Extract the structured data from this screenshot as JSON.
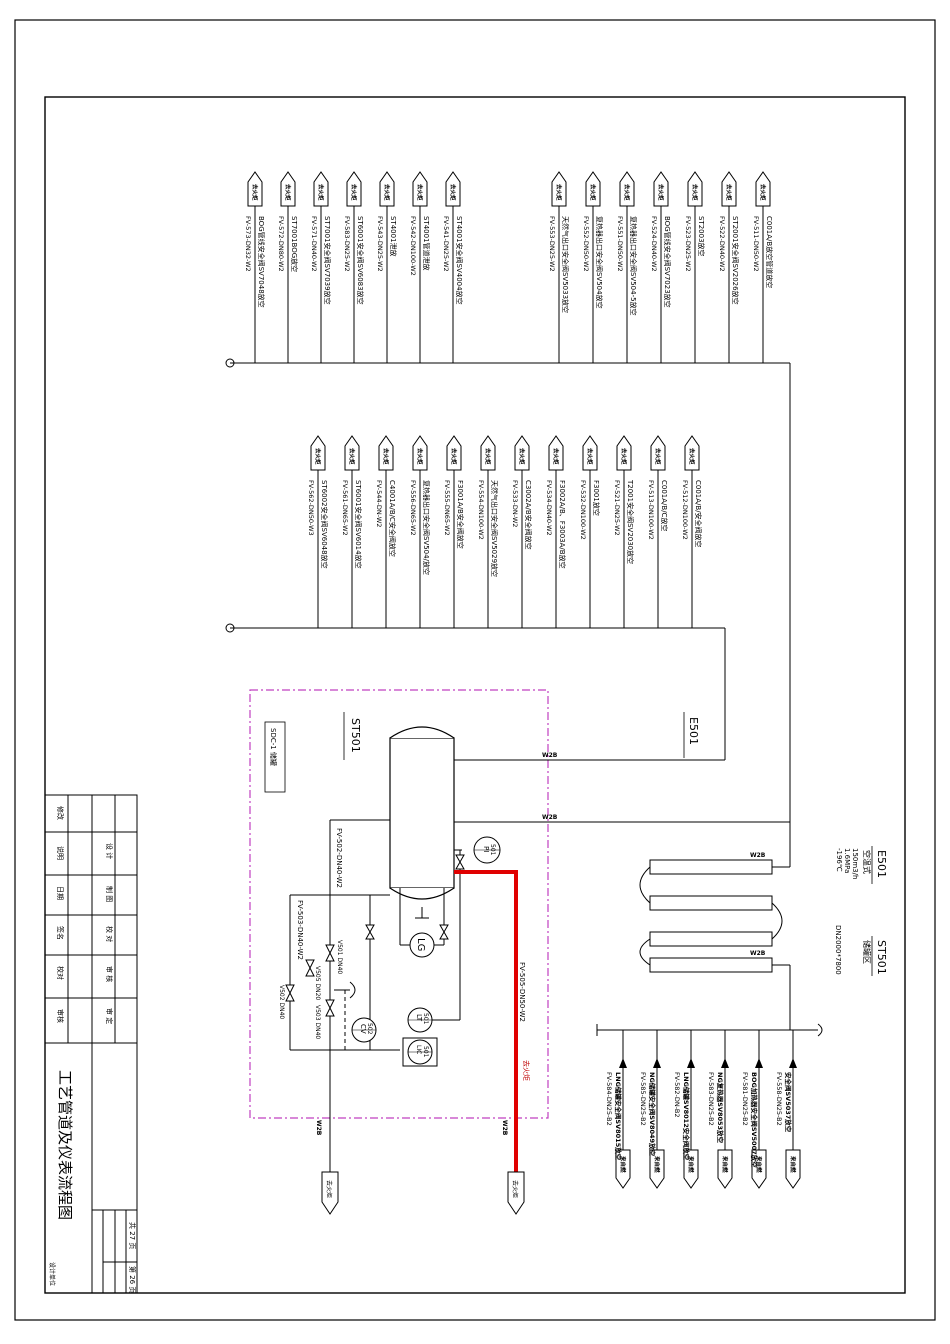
{
  "drawing": {
    "title": "工艺管道及仪表流程图",
    "sheet_total": "共 27 页",
    "sheet_no": "第 26 页",
    "design_unit": "设计单位",
    "title_block_rows": [
      "设 计",
      "制 图",
      "校 对",
      "审 核",
      "审 定"
    ],
    "signature_fields": [
      "修改",
      "说明",
      "日期",
      "签名",
      "校对",
      "审核"
    ]
  },
  "equipment": {
    "st501": {
      "tag": "ST501",
      "name": "SDC-1 储罐",
      "pipe_top": "FV-502-DN40-W2",
      "pipe_left": "FV-503-DN40-W2",
      "pipe_red": "FV-505-DN50-W2",
      "red_note": "去火炬"
    },
    "e501": {
      "tag": "E501",
      "name": "空温式",
      "spec_lines": [
        "150m3/h",
        "1.6MPa",
        "-196℃"
      ]
    },
    "st501b": {
      "tag": "ST501",
      "name": "储罐区",
      "size": "DN2000*7800"
    }
  },
  "instruments": {
    "pi501": {
      "letters": "PI",
      "num": "501"
    },
    "lg": {
      "letters": "LG",
      "num": ""
    },
    "lt501": {
      "letters": "LT",
      "num": "501"
    },
    "lic501": {
      "letters": "LIC",
      "num": "501"
    },
    "cv502": {
      "letters": "CV",
      "num": "502"
    }
  },
  "valve_labels": {
    "v501": "V501 DN40",
    "v505": "V505 DN20",
    "v502": "V502 DN40",
    "v503": "V503 DN40"
  },
  "upper_pipes": [
    {
      "arrow": "去火炬",
      "name": "C001A/B放空管道放空",
      "pipe": "FV-511-DN50-W2"
    },
    {
      "arrow": "去火炬",
      "name": "ST2001安全阀SV2026放空",
      "pipe": "FV-522-DN40-W2"
    },
    {
      "arrow": "去火炬",
      "name": "ST2003放空",
      "pipe": "FV-523-DN25-W2"
    },
    {
      "arrow": "去火炬",
      "name": "BOG管线安全阀SV7023放空",
      "pipe": "FV-524-DN40-W2"
    },
    {
      "arrow": "去火炬",
      "name": "复热器出口安全阀SV504-5放空",
      "pipe": "FV-551-DN50-W2"
    },
    {
      "arrow": "去火炬",
      "name": "复热器出口安全阀SV504放空",
      "pipe": "FV-552-DN50-W2"
    },
    {
      "arrow": "去火炬",
      "name": "天然气出口安全阀SV5033放空",
      "pipe": "FV-553-DN25-W2"
    }
  ],
  "upper_pipes_left": [
    {
      "arrow": "去火炬",
      "name": "ST4001安全阀SV4004放空",
      "pipe": "FV-541-DN25-W2"
    },
    {
      "arrow": "去火炬",
      "name": "ST4001管道泄放",
      "pipe": "FV-542-DN100-W2"
    },
    {
      "arrow": "去火炬",
      "name": "ST4001泄放",
      "pipe": "FV-543-DN25-W2"
    },
    {
      "arrow": "去火炬",
      "name": "ST6001安全阀SV6083放空",
      "pipe": "FV-583-DN25-W2"
    },
    {
      "arrow": "去火炬",
      "name": "ST7001安全阀SV7039放空",
      "pipe": "FV-571-DN40-W2"
    },
    {
      "arrow": "去火炬",
      "name": "ST7001BOG放空",
      "pipe": "FV-572-DN80-W2"
    },
    {
      "arrow": "去火炬",
      "name": "BOG管线安全阀SV7048放空",
      "pipe": "FV-573-DN32-W2"
    }
  ],
  "middle_pipes": [
    {
      "arrow": "去火炬",
      "name": "C001A/B/安全阀放空",
      "pipe": "FV-512-DN100-W2"
    },
    {
      "arrow": "去火炬",
      "name": "C001A/B/C放空",
      "pipe": "FV-513-DN100-W2"
    },
    {
      "arrow": "去火炬",
      "name": "T2001安全阀SV2030放空",
      "pipe": "FV-521-DN25-W2"
    },
    {
      "arrow": "去火炬",
      "name": "F3001放空",
      "pipe": "FV-532-DN100-W2"
    },
    {
      "arrow": "去火炬",
      "name": "F3002A/B、F3003A/B放空",
      "pipe": "FV-534-DN40-W2"
    },
    {
      "arrow": "去火炬",
      "name": "C3002A/B安全阀放空",
      "pipe": "FV-533-DN-W2"
    },
    {
      "arrow": "去火炬",
      "name": "天然气出口安全阀SV5029放空",
      "pipe": "FV-554-DN100-W2"
    },
    {
      "arrow": "去火炬",
      "name": "F3001A/B安全阀放空",
      "pipe": "FV-555-DN65-W2"
    },
    {
      "arrow": "去火炬",
      "name": "复热器出口安全阀SV504/放空",
      "pipe": "FV-556-DN65-W2"
    },
    {
      "arrow": "去火炬",
      "name": "C4001A/B/C安全阀放空",
      "pipe": "FV-544-DN-W2"
    },
    {
      "arrow": "去火炬",
      "name": "ST6001安全阀SV6014放空",
      "pipe": "FV-561-DN65-W2"
    },
    {
      "arrow": "去火炬",
      "name": "ST6002安全阀SV6048放空",
      "pipe": "FV-562-DN50-W3"
    }
  ],
  "lower_pipes": [
    {
      "arrow": "来自燃",
      "name": "安全阀SV5037放空",
      "pipe": "FV-558-DN25-B2"
    },
    {
      "arrow": "来自燃",
      "name": "BOG加热器安全阀SV5007放空",
      "pipe": "FV-581-DN25-B2"
    },
    {
      "arrow": "来自燃",
      "name": "NG复热器SV8053放空",
      "pipe": "FV-583-DN25-B2"
    },
    {
      "arrow": "来自燃",
      "name": "LNG储罐SV8012安全阀放空",
      "pipe": "FV-582-DN-B2"
    },
    {
      "arrow": "来自燃",
      "name": "NG储罐安全阀SV8049放空",
      "pipe": "FV-585-DN25-B2"
    },
    {
      "arrow": "来自燃",
      "name": "LNG储罐安全阀SV8015放空",
      "pipe": "FV-584-DN25-B2"
    }
  ],
  "bottom_arrows": {
    "left": "去火炬",
    "right": "去火炬"
  },
  "w_marks": {
    "label": "W2B"
  }
}
